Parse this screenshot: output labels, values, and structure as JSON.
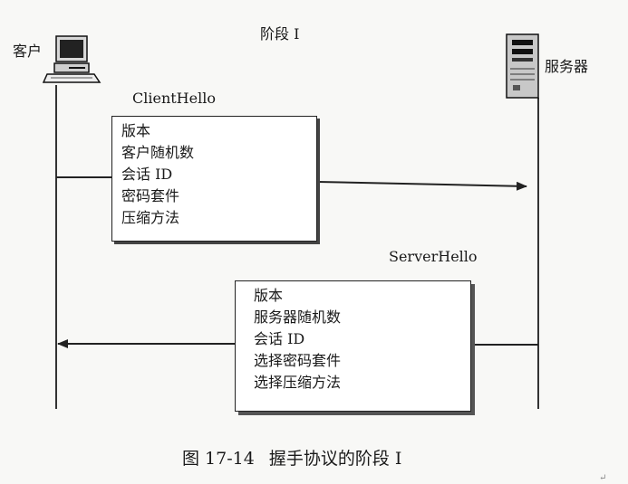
{
  "phase_title": "阶段 I",
  "client": {
    "label": "客户",
    "icon": "desktop-computer-icon"
  },
  "server": {
    "label": "服务器",
    "icon": "server-tower-icon"
  },
  "client_hello": {
    "title": "ClientHello",
    "fields": [
      "版本",
      "客户随机数",
      "会话 ID",
      "密码套件",
      "压缩方法"
    ]
  },
  "server_hello": {
    "title": "ServerHello",
    "fields": [
      "版本",
      "服务器随机数",
      "会话 ID",
      "选择密码套件",
      "选择压缩方法"
    ]
  },
  "caption": {
    "number": "图 17-14",
    "text": "握手协议的阶段 I"
  },
  "paragraph_mark": "↵"
}
